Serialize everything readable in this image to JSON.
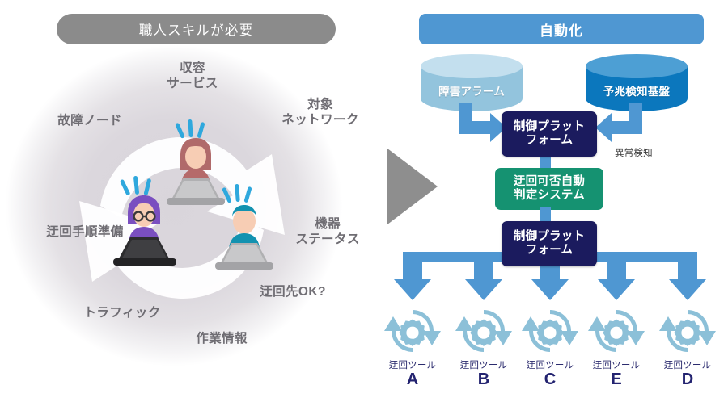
{
  "left": {
    "banner": "職人スキルが必要",
    "cycle_labels": [
      {
        "id": "service",
        "text": "収容\nサービス"
      },
      {
        "id": "network",
        "text": "対象\nネットワーク"
      },
      {
        "id": "node",
        "text": "故障ノード"
      },
      {
        "id": "device",
        "text": "機器\nステータス"
      },
      {
        "id": "prepare",
        "text": "迂回手順準備"
      },
      {
        "id": "ok",
        "text": "迂回先OK?"
      },
      {
        "id": "traffic",
        "text": "トラフィック"
      },
      {
        "id": "work",
        "text": "作業情報"
      }
    ],
    "workers": [
      {
        "id": "worker-top",
        "hair": "#b06a6a",
        "shirt": "#b56a6a",
        "laptop": "#9b9b9b"
      },
      {
        "id": "worker-left",
        "hair": "#7a4fc0",
        "shirt": "#7a4fc0",
        "laptop": "#3a3a3c"
      },
      {
        "id": "worker-right",
        "hair": "#1292b0",
        "shirt": "#1292b0",
        "laptop": "#9b9b9b"
      }
    ],
    "icons": {
      "cycle_arrow": "circular-refresh-arrow-icon",
      "stress_mark": "stress-lines-icon"
    }
  },
  "transition": {
    "icon": "right-triangle-arrow-icon"
  },
  "right": {
    "banner": "自動化",
    "cylinders": [
      {
        "id": "alarm",
        "label": "障害アラーム",
        "body": "#93c4dd",
        "top": "#c3dfee",
        "icon": "database-cylinder-icon"
      },
      {
        "id": "predict",
        "label": "予兆検知基盤",
        "body": "#0b77bd",
        "top": "#4d9fd4",
        "icon": "database-cylinder-icon"
      }
    ],
    "control_platform_top": "制御プラット\nフォーム",
    "control_platform_bottom": "制御プラット\nフォーム",
    "judge_system": "迂回可否自動\n判定システム",
    "anomaly_label": "異常検知",
    "tools": [
      {
        "name": "迂回ツール",
        "letter": "A",
        "icon": "gear-cycle-icon"
      },
      {
        "name": "迂回ツール",
        "letter": "B",
        "icon": "gear-cycle-icon"
      },
      {
        "name": "迂回ツール",
        "letter": "C",
        "icon": "gear-cycle-icon"
      },
      {
        "name": "迂回ツール",
        "letter": "E",
        "icon": "gear-cycle-icon"
      },
      {
        "name": "迂回ツール",
        "letter": "D",
        "icon": "gear-cycle-icon"
      }
    ]
  },
  "colors": {
    "banner_gray": "#8b8b8b",
    "banner_blue": "#4f97d2",
    "navy": "#1b1b5e",
    "green": "#159271",
    "arrow_blue": "#4f97d2",
    "gear_blue": "#8cc0d8",
    "label_gray": "#6f6d73",
    "bg_lavender": "#dbd7dd"
  }
}
